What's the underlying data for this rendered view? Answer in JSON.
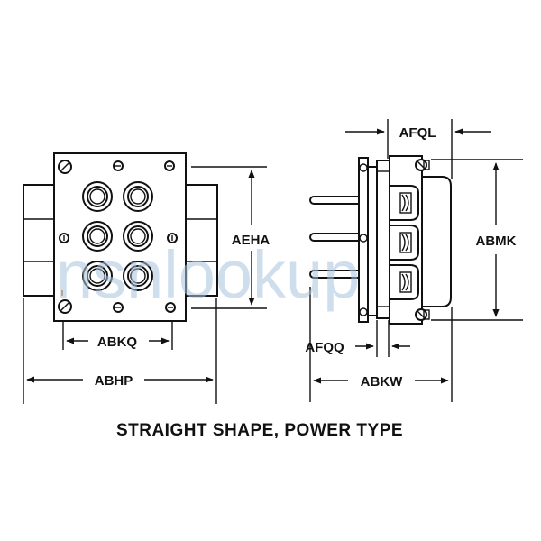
{
  "diagram": {
    "caption": "STRAIGHT SHAPE, POWER TYPE",
    "watermark": "nsnlookup",
    "dimensions": {
      "abhp": "ABHP",
      "abkq": "ABKQ",
      "aeha": "AEHA",
      "afql": "AFQL",
      "abmk": "ABMK",
      "afqq": "AFQQ",
      "abkw": "ABKW"
    }
  }
}
